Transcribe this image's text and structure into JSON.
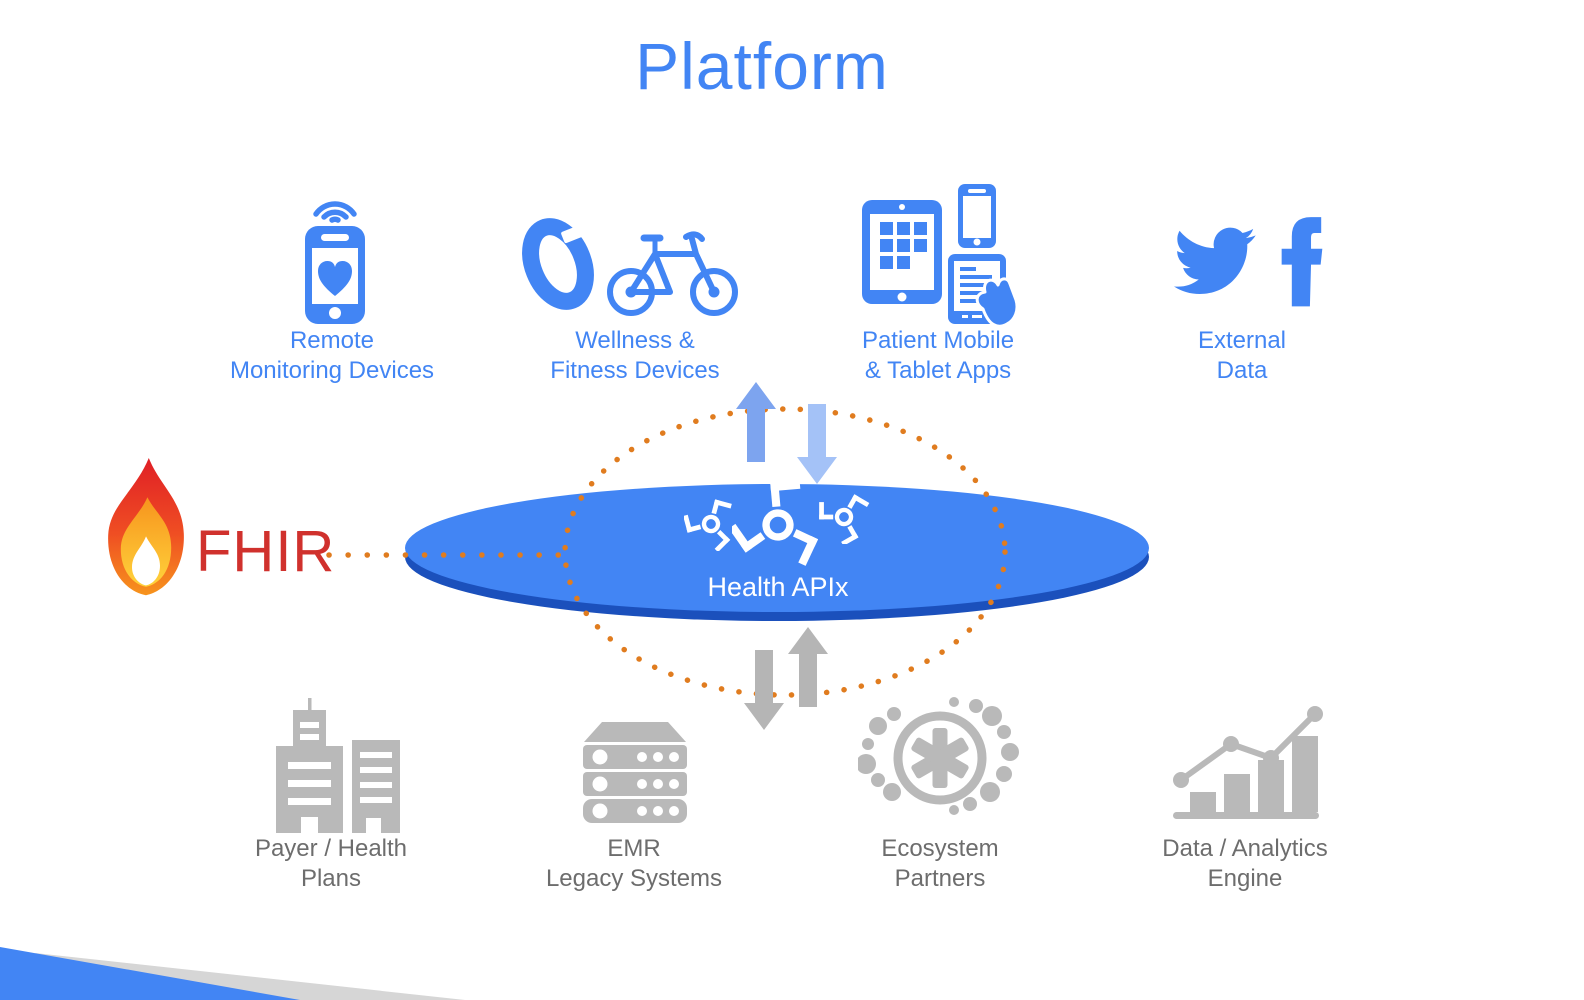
{
  "title": "Platform",
  "colors": {
    "blue": "#4285f4",
    "arrow_blue_up": "#7da4ef",
    "arrow_blue_down": "#a4c2f7",
    "arrow_gray": "#b5b5b5",
    "icon_gray": "#b9b9b9",
    "text_gray": "#6d6d6d",
    "dot_orange": "#e07c1f",
    "fhir_red": "#d0312d",
    "ellipse_fill": "#4285f4",
    "ellipse_rim": "#1b50bc",
    "corner_gray": "#d6d6d6"
  },
  "top_row": [
    {
      "icon": "remote-monitoring-icon",
      "lines": [
        "Remote",
        "Monitoring Devices"
      ]
    },
    {
      "icon": "wellness-fitness-icon",
      "lines": [
        "Wellness &",
        "Fitness Devices"
      ]
    },
    {
      "icon": "patient-apps-icon",
      "lines": [
        "Patient Mobile",
        "& Tablet Apps"
      ]
    },
    {
      "icon": "external-data-icon",
      "lines": [
        "External",
        "Data"
      ]
    }
  ],
  "center": {
    "platform_label": "Health APIx",
    "fhir_label": "FHIR"
  },
  "bottom_row": [
    {
      "icon": "payer-health-plans-icon",
      "lines": [
        "Payer / Health",
        "Plans"
      ]
    },
    {
      "icon": "emr-legacy-icon",
      "lines": [
        "EMR",
        "Legacy Systems"
      ]
    },
    {
      "icon": "ecosystem-partners-icon",
      "lines": [
        "Ecosystem",
        "Partners"
      ]
    },
    {
      "icon": "data-analytics-icon",
      "lines": [
        "Data / Analytics",
        "Engine"
      ]
    }
  ]
}
